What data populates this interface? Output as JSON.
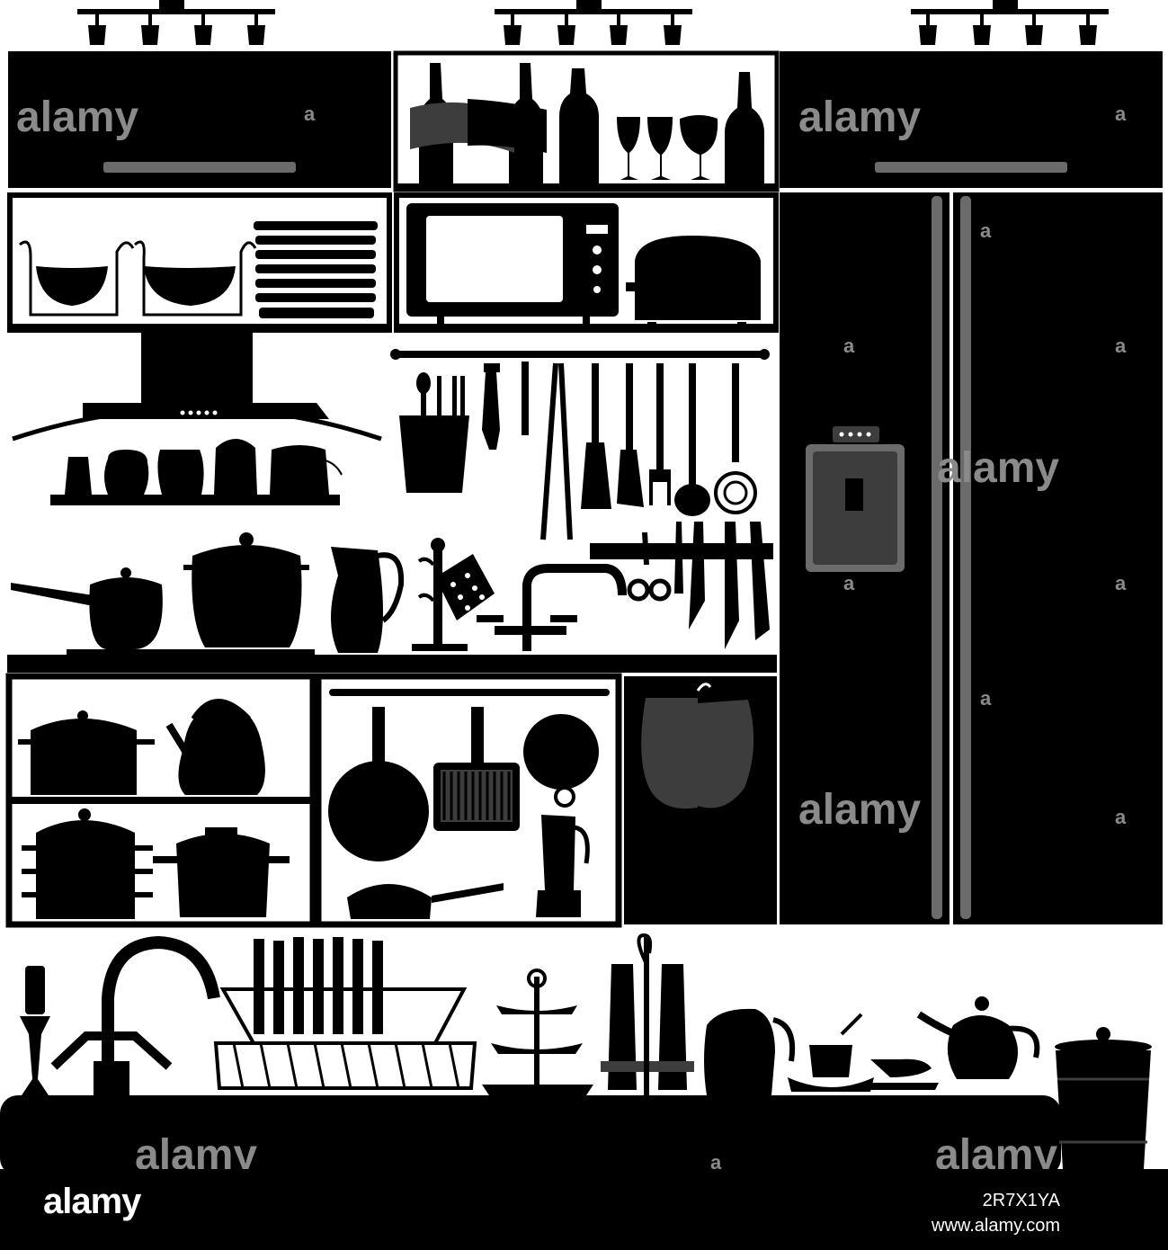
{
  "watermark": {
    "brand": "alamy",
    "mark": "a",
    "color": "#8a8a8a"
  },
  "footer": {
    "logo": "alamy",
    "image_id": "2R7X1YA",
    "site": "www.alamy.com"
  },
  "colors": {
    "silhouette": "#000000",
    "background": "#ffffff",
    "accent_gray": "#6b6b6b",
    "dark_gray": "#3d3d3d"
  },
  "icons": [
    "ceiling-spotlight-icon",
    "cabinet-icon",
    "wine-bottle-icon",
    "wine-glass-icon",
    "bowl-rack-icon",
    "plate-stack-icon",
    "microwave-icon",
    "toaster-icon",
    "range-hood-icon",
    "spice-jar-icon",
    "utensil-rail-icon",
    "utensil-cup-icon",
    "corkscrew-icon",
    "tongs-icon",
    "spatula-icon",
    "fork-icon",
    "ladle-icon",
    "whisk-icon",
    "knife-rack-icon",
    "scissors-icon",
    "saucepan-icon",
    "stock-pot-icon",
    "pitcher-icon",
    "mug-tree-icon",
    "oven-mitt-icon",
    "faucet-icon",
    "refrigerator-icon",
    "water-dispenser-icon",
    "kettle-icon",
    "steamer-pot-icon",
    "casserole-icon",
    "frying-pan-icon",
    "grill-pan-icon",
    "wok-icon",
    "blender-icon",
    "candle-icon",
    "dish-rack-icon",
    "cake-stand-icon",
    "oil-bottles-icon",
    "jug-icon",
    "teacup-icon",
    "gravy-boat-icon",
    "teapot-icon",
    "bucket-icon"
  ]
}
